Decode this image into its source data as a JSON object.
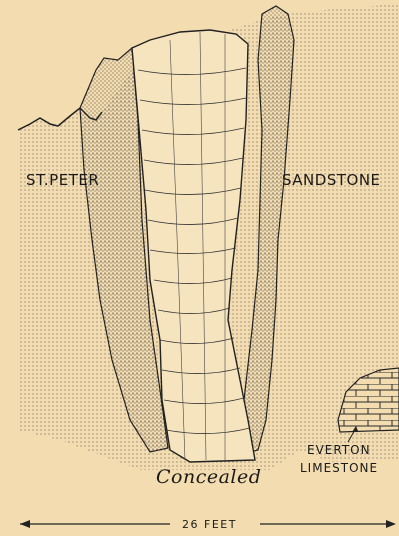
{
  "labels": {
    "st_peter": "ST.PETER",
    "sandstone": "SANDSTONE",
    "concealed": "Concealed",
    "everton_line1": "EVERTON",
    "everton_line2": "LIMESTONE",
    "scale": "26 FEET"
  },
  "colors": {
    "paper": "#f3dcb0",
    "ink": "#2a2a2a"
  }
}
